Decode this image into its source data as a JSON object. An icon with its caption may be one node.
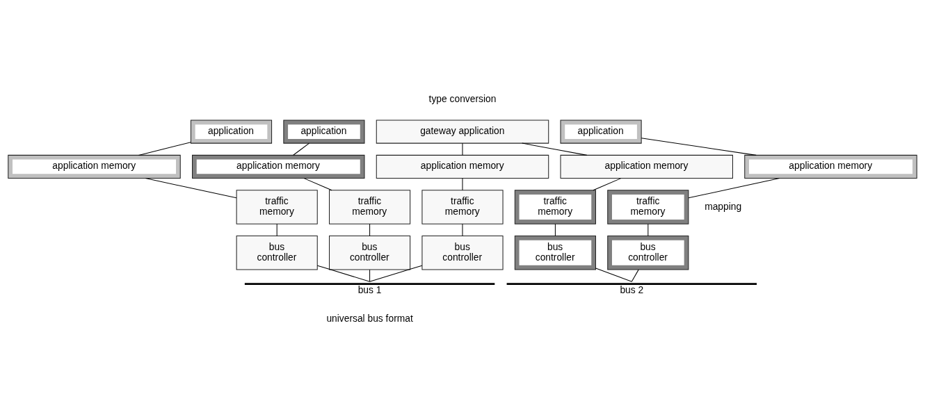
{
  "diagram": {
    "nodes": [
      {
        "text": [
          "application"
        ]
      },
      {
        "text": [
          "application"
        ]
      },
      {
        "text": [
          "gateway application"
        ]
      },
      {
        "text": [
          "application"
        ]
      },
      {
        "text": [
          "application memory"
        ]
      },
      {
        "text": [
          "application memory"
        ]
      },
      {
        "text": [
          "application memory"
        ]
      },
      {
        "text": [
          "application memory"
        ]
      },
      {
        "text": [
          "application memory"
        ]
      },
      {
        "text": [
          "traffic memory"
        ]
      },
      {
        "text": [
          "traffic memory"
        ]
      },
      {
        "text": [
          "traffic memory"
        ]
      },
      {
        "text": [
          "traffic memory"
        ]
      },
      {
        "text": [
          "traffic memory"
        ]
      },
      {
        "text": [
          "bus controller"
        ]
      },
      {
        "text": [
          "bus controller"
        ]
      },
      {
        "text": [
          "bus controller"
        ]
      },
      {
        "text": [
          "bus controller"
        ]
      },
      {
        "text": [
          "bus controller"
        ]
      },
      {
        "text": [],
        "shape": "bar",
        "beside": [
          "bus 1"
        ]
      },
      {
        "text": [],
        "shape": "bar",
        "beside": [
          "bus 2"
        ]
      }
    ],
    "edges": [
      {
        "from": 0,
        "to": 4,
        "arrow": "none"
      },
      {
        "from": 1,
        "to": 5,
        "arrow": "none"
      },
      {
        "from": 2,
        "to": 6,
        "arrow": "none"
      },
      {
        "from": 2,
        "to": 7,
        "arrow": "none"
      },
      {
        "from": 3,
        "to": 8,
        "arrow": "none"
      },
      {
        "from": 4,
        "to": 9,
        "arrow": "none"
      },
      {
        "from": 5,
        "to": 10,
        "arrow": "none"
      },
      {
        "from": 6,
        "to": 11,
        "arrow": "none"
      },
      {
        "from": 7,
        "to": 12,
        "arrow": "none"
      },
      {
        "from": 8,
        "to": 13,
        "arrow": "none"
      },
      {
        "from": 9,
        "to": 14,
        "arrow": "none"
      },
      {
        "from": 10,
        "to": 15,
        "arrow": "none"
      },
      {
        "from": 11,
        "to": 16,
        "arrow": "none"
      },
      {
        "from": 12,
        "to": 17,
        "arrow": "none"
      },
      {
        "from": 13,
        "to": 18,
        "arrow": "none"
      },
      {
        "from": 14,
        "to": 19,
        "arrow": "none"
      },
      {
        "from": 15,
        "to": 19,
        "arrow": "none"
      },
      {
        "from": 16,
        "to": 19,
        "arrow": "none"
      },
      {
        "from": 17,
        "to": 20,
        "arrow": "none"
      },
      {
        "from": 18,
        "to": 20,
        "arrow": "none"
      }
    ],
    "labels": [
      "type conversion",
      "mapping",
      "universal bus format"
    ]
  }
}
